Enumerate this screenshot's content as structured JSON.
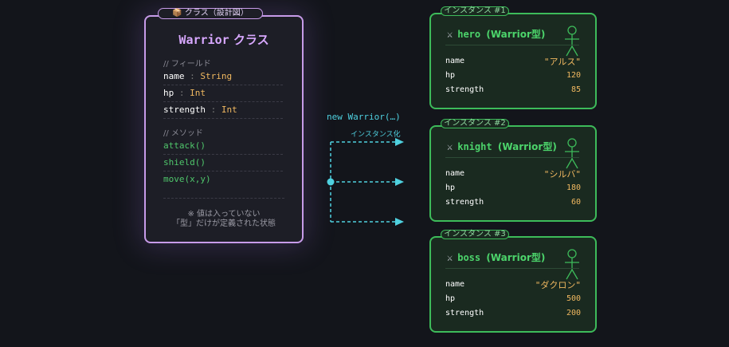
{
  "class_card": {
    "tag": "📦 クラス（設計図）",
    "title_keyword": "Warrior",
    "title_suffix": " クラス",
    "fields_label": "// フィールド",
    "fields": [
      {
        "name": "name",
        "type": "String"
      },
      {
        "name": "hp",
        "type": "Int"
      },
      {
        "name": "strength",
        "type": "Int"
      }
    ],
    "methods_label": "// メソッド",
    "methods": [
      "attack()",
      "shield()",
      "move(x,y)"
    ],
    "note_line1": "※ 値は入っていない",
    "note_line2": "「型」だけが定義された状態"
  },
  "arrow": {
    "new_label": "new Warrior(…)",
    "instantiate_label": "インスタンス化"
  },
  "instances": [
    {
      "tag": "インスタンス #1",
      "name": "hero",
      "type_label": "(Warrior型)",
      "props": {
        "name": "\"アルス\"",
        "hp": "120",
        "strength": "85"
      }
    },
    {
      "tag": "インスタンス #2",
      "name": "knight",
      "type_label": "(Warrior型)",
      "props": {
        "name": "\"シルバ\"",
        "hp": "180",
        "strength": "60"
      }
    },
    {
      "tag": "インスタンス #3",
      "name": "boss",
      "type_label": "(Warrior型)",
      "props": {
        "name": "\"ダクロン\"",
        "hp": "500",
        "strength": "200"
      }
    }
  ],
  "prop_labels": {
    "name": "name",
    "hp": "hp",
    "strength": "strength"
  },
  "colors": {
    "class_accent": "#c79be9",
    "instance_accent": "#3dbb5a",
    "arrow": "#4fd1e0",
    "value": "#f0b860"
  },
  "icons": {
    "class": "package-icon",
    "instance": "crossed-swords-icon",
    "figure": "stick-figure-icon"
  }
}
